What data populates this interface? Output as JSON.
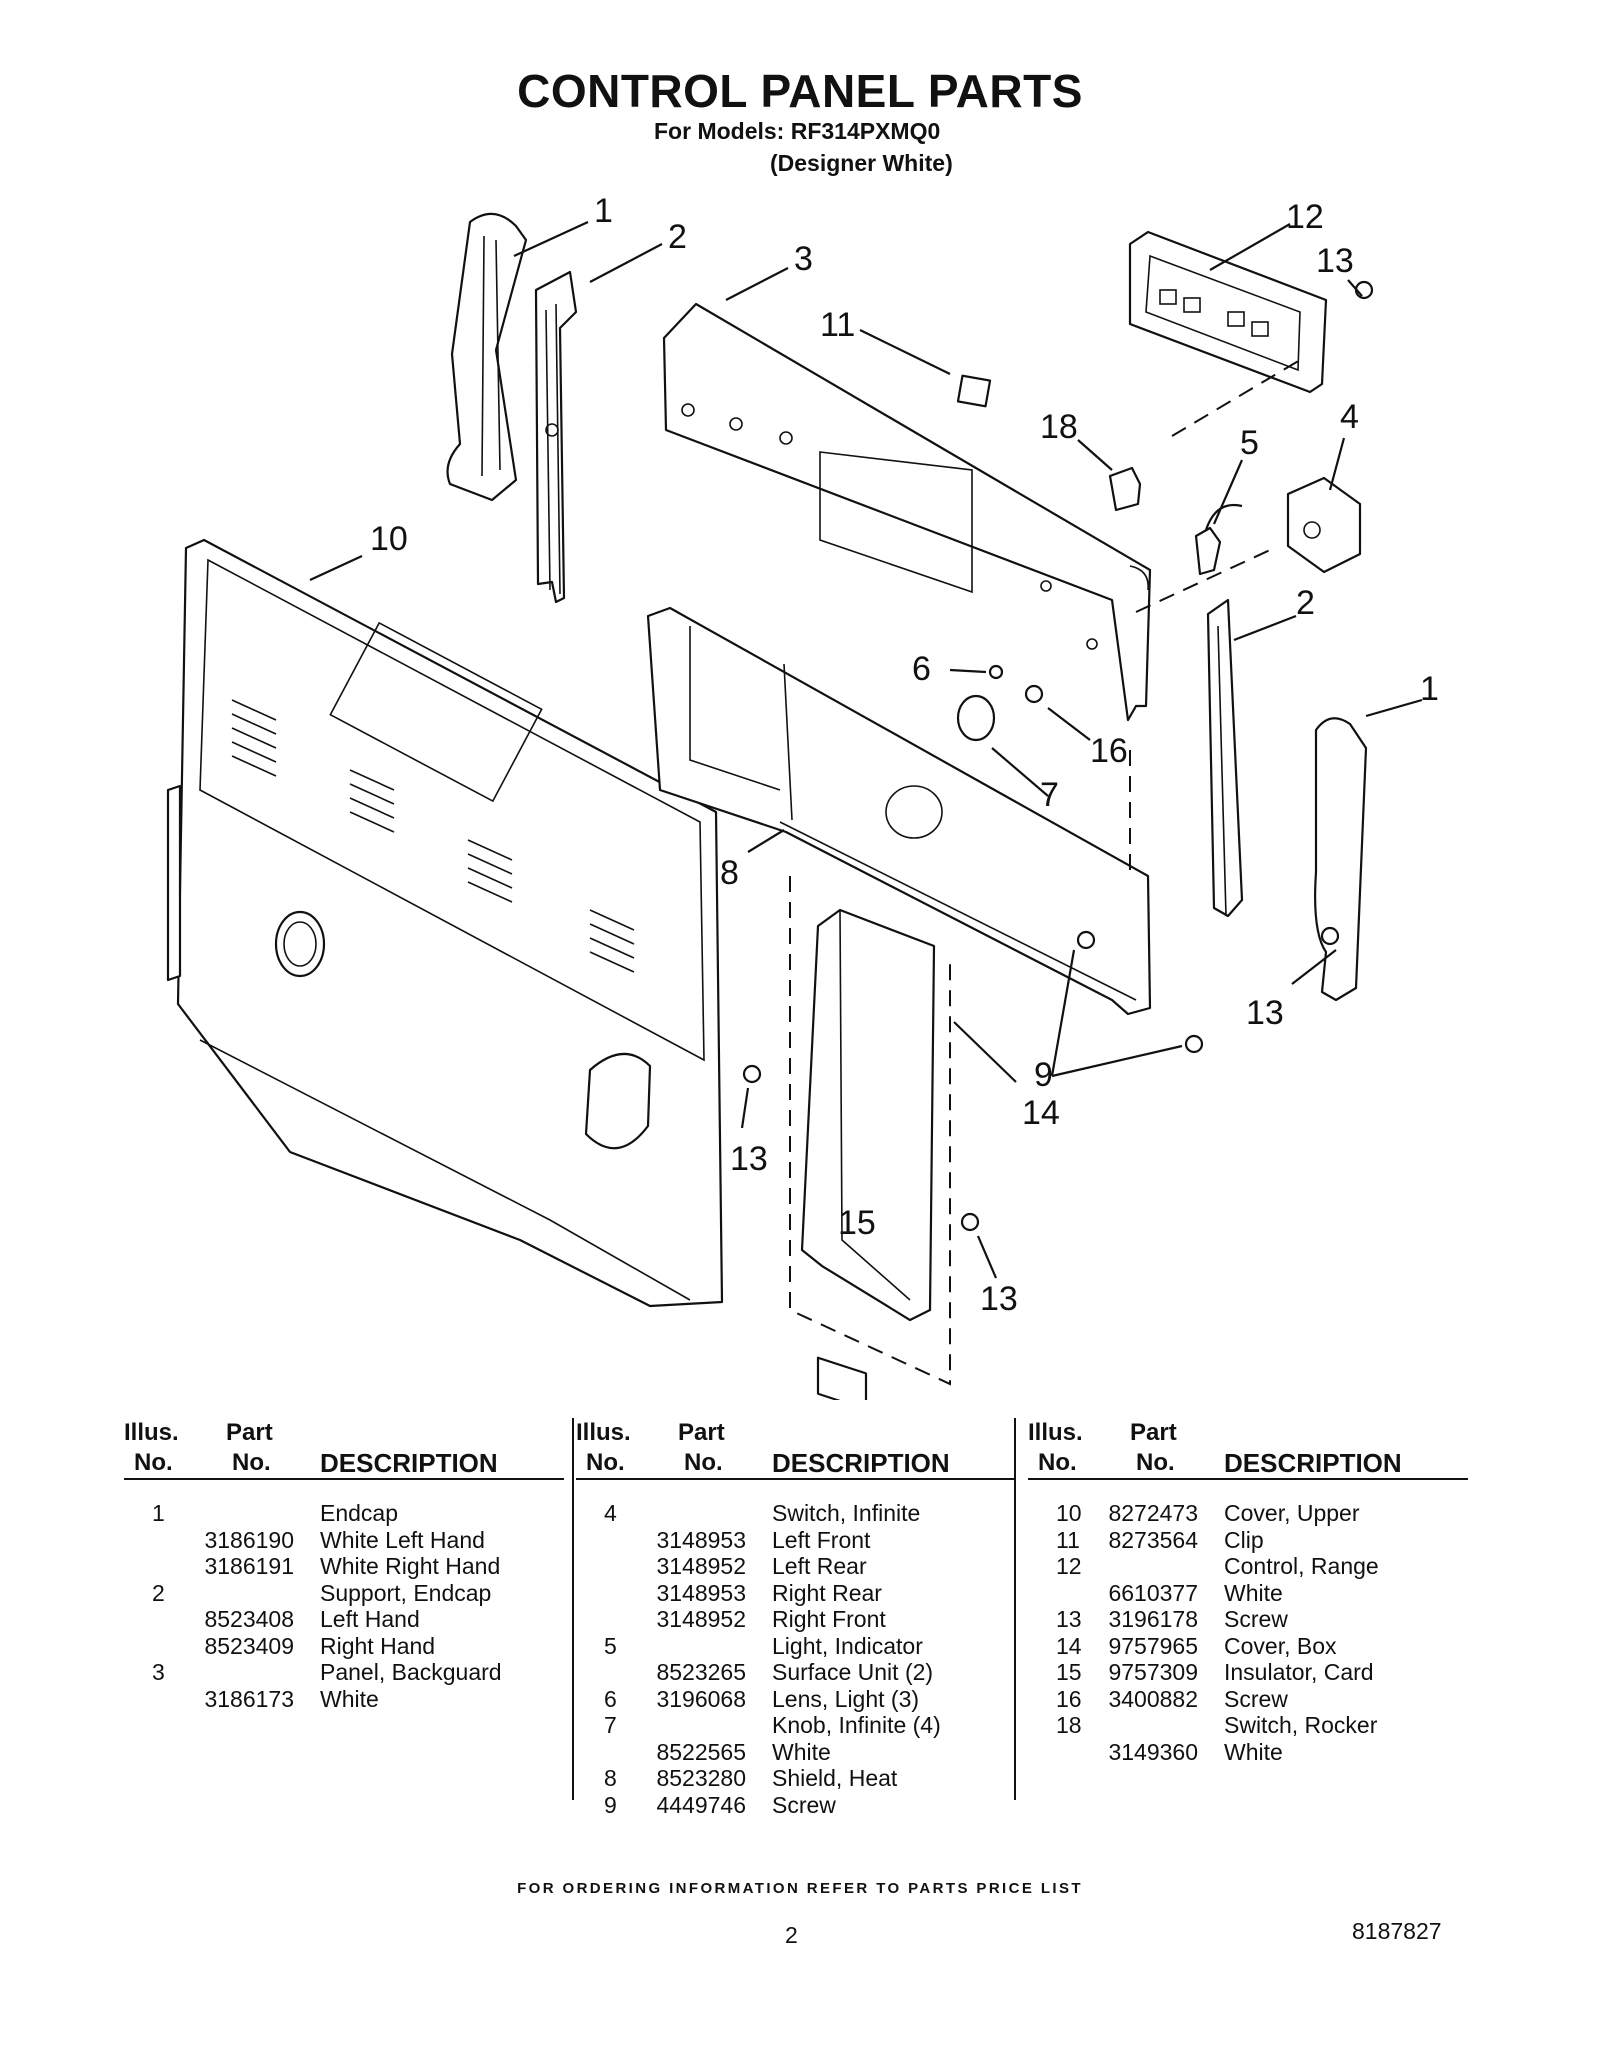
{
  "header": {
    "title": "CONTROL PANEL PARTS",
    "models": "For Models: RF314PXMQ0",
    "variant": "(Designer White)"
  },
  "callouts": {
    "c1a": "1",
    "c2a": "2",
    "c3": "3",
    "c11": "11",
    "c12": "12",
    "c13a": "13",
    "c18": "18",
    "c5": "5",
    "c4": "4",
    "c10": "10",
    "c2b": "2",
    "c1b": "1",
    "c6": "6",
    "c16": "16",
    "c7": "7",
    "c8": "8",
    "c13b": "13",
    "c9": "9",
    "c14": "14",
    "c13c": "13",
    "c15": "15",
    "c13d": "13"
  },
  "table": {
    "headers": {
      "illus": "Illus.",
      "no": "No.",
      "part": "Part",
      "desc": "DESCRIPTION"
    },
    "columns": [
      {
        "rows": [
          {
            "illus": "1",
            "part": "",
            "desc": "Endcap"
          },
          {
            "illus": "",
            "part": "3186190",
            "desc": "White Left Hand"
          },
          {
            "illus": "",
            "part": "3186191",
            "desc": "White Right Hand"
          },
          {
            "illus": "2",
            "part": "",
            "desc": "Support, Endcap"
          },
          {
            "illus": "",
            "part": "8523408",
            "desc": "Left Hand"
          },
          {
            "illus": "",
            "part": "8523409",
            "desc": "Right Hand"
          },
          {
            "illus": "3",
            "part": "",
            "desc": "Panel, Backguard"
          },
          {
            "illus": "",
            "part": "3186173",
            "desc": "White"
          }
        ]
      },
      {
        "rows": [
          {
            "illus": "4",
            "part": "",
            "desc": "Switch, Infinite"
          },
          {
            "illus": "",
            "part": "3148953",
            "desc": "Left Front"
          },
          {
            "illus": "",
            "part": "3148952",
            "desc": "Left Rear"
          },
          {
            "illus": "",
            "part": "3148953",
            "desc": "Right Rear"
          },
          {
            "illus": "",
            "part": "3148952",
            "desc": "Right Front"
          },
          {
            "illus": "5",
            "part": "",
            "desc": "Light, Indicator"
          },
          {
            "illus": "",
            "part": "8523265",
            "desc": "Surface Unit (2)"
          },
          {
            "illus": "6",
            "part": "3196068",
            "desc": "Lens, Light (3)"
          },
          {
            "illus": "7",
            "part": "",
            "desc": "Knob, Infinite (4)"
          },
          {
            "illus": "",
            "part": "8522565",
            "desc": "White"
          },
          {
            "illus": "8",
            "part": "8523280",
            "desc": "Shield, Heat"
          },
          {
            "illus": "9",
            "part": "4449746",
            "desc": "Screw"
          }
        ]
      },
      {
        "rows": [
          {
            "illus": "10",
            "part": "8272473",
            "desc": "Cover, Upper"
          },
          {
            "illus": "11",
            "part": "8273564",
            "desc": "Clip"
          },
          {
            "illus": "12",
            "part": "",
            "desc": "Control, Range"
          },
          {
            "illus": "",
            "part": "6610377",
            "desc": "White"
          },
          {
            "illus": "13",
            "part": "3196178",
            "desc": "Screw"
          },
          {
            "illus": "14",
            "part": "9757965",
            "desc": "Cover, Box"
          },
          {
            "illus": "15",
            "part": "9757309",
            "desc": "Insulator, Card"
          },
          {
            "illus": "16",
            "part": "3400882",
            "desc": "Screw"
          },
          {
            "illus": "18",
            "part": "",
            "desc": "Switch, Rocker"
          },
          {
            "illus": "",
            "part": "3149360",
            "desc": "White"
          }
        ]
      }
    ]
  },
  "footer": {
    "note": "FOR ORDERING INFORMATION REFER TO PARTS PRICE LIST",
    "page": "2",
    "doc": "8187827"
  }
}
